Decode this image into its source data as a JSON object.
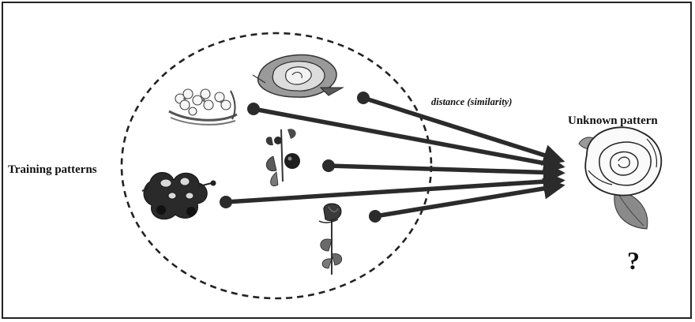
{
  "diagram": {
    "labels": {
      "training_patterns": "Training patterns",
      "distance": "distance (similarity)",
      "unknown_pattern": "Unknown pattern",
      "question": "?"
    },
    "training_items": [
      {
        "icon": "rose-bloom-icon"
      },
      {
        "icon": "white-blossom-cluster-icon"
      },
      {
        "icon": "dark-berry-branch-icon"
      },
      {
        "icon": "dark-flower-cluster-icon"
      },
      {
        "icon": "rose-bud-stem-icon"
      }
    ],
    "unknown_item": {
      "icon": "unknown-rose-icon"
    },
    "connections": 5,
    "colors": {
      "arrow": "#2b2b2b",
      "border": "#222222"
    }
  }
}
